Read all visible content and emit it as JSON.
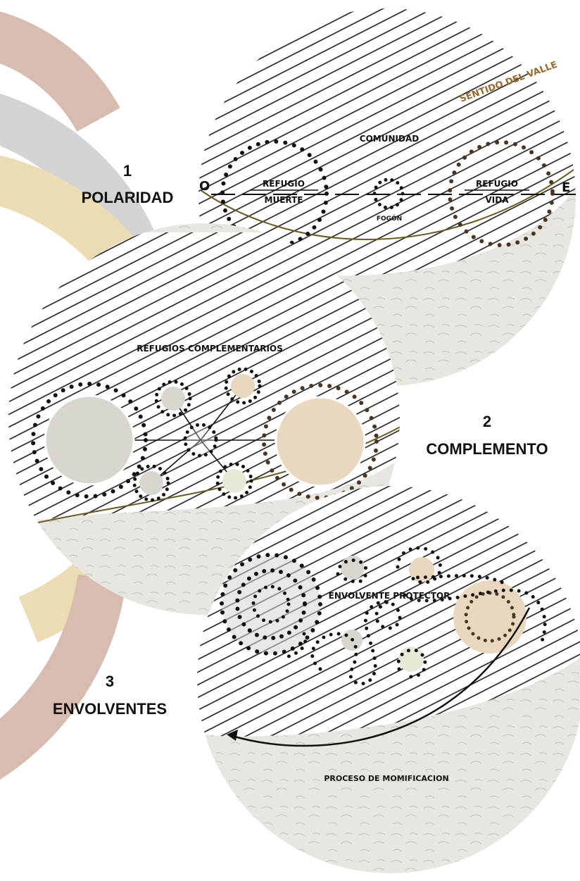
{
  "diagram": {
    "background_arcs": {
      "colors": [
        "#d9bcb0",
        "#d4d4d4",
        "#ecdcb3"
      ]
    },
    "panels": [
      {
        "number": "1",
        "name": "POLARIDAD",
        "annotations": {
          "direction": "SENTIDO DEL VALLE",
          "header": "COMUNIDAD",
          "west": "O",
          "east": "E",
          "refuge_left_top": "REFUGIO",
          "refuge_left_bottom": "MUERTE",
          "refuge_right_top": "REFUGIO",
          "refuge_right_bottom": "VIDA",
          "center": "FOGÓN"
        }
      },
      {
        "number": "2",
        "name": "COMPLEMENTO",
        "annotations": {
          "header": "REFUGIOS COMPLEMENTARIOS"
        }
      },
      {
        "number": "3",
        "name": "ENVOLVENTES",
        "annotations": {
          "header": "ENVOLVENTE PROTECTOR",
          "process": "PROCESO DE MOMIFICACION"
        }
      }
    ],
    "colors": {
      "dots_dark": "#111111",
      "dots_brown": "#4a3520",
      "hatch": "#1a1a1a",
      "terrain": "#e8e6e0",
      "tan_fill": "#ead7c0",
      "gray_fill": "#d9d6cf",
      "valley_line": "#6b5a1e",
      "direction_text": "#9b6a2a"
    }
  }
}
